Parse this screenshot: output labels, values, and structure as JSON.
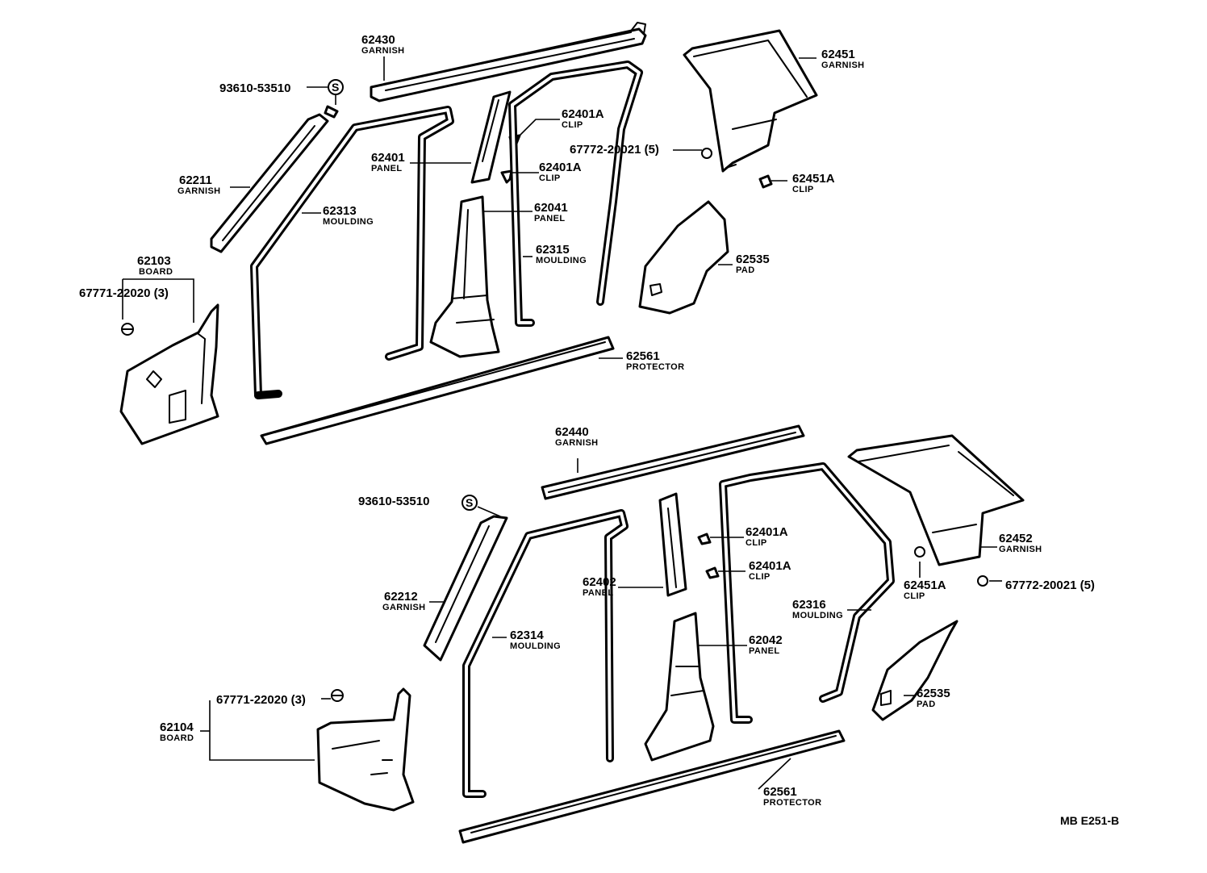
{
  "diagram_ref": "MB E251-B",
  "symbol_s": "S",
  "upper": {
    "p62430": {
      "num": "62430",
      "name": "GARNISH"
    },
    "p93610": {
      "num": "93610-53510"
    },
    "p62211": {
      "num": "62211",
      "name": "GARNISH"
    },
    "p62401A_1": {
      "num": "62401A",
      "name": "CLIP"
    },
    "p62401": {
      "num": "62401",
      "name": "PANEL"
    },
    "p62401A_2": {
      "num": "62401A",
      "name": "CLIP"
    },
    "p62313": {
      "num": "62313",
      "name": "MOULDING"
    },
    "p62041": {
      "num": "62041",
      "name": "PANEL"
    },
    "p62315": {
      "num": "62315",
      "name": "MOULDING"
    },
    "p62103": {
      "num": "62103",
      "name": "BOARD"
    },
    "p67771": {
      "num": "67771-22020 (3)"
    },
    "p62561": {
      "num": "62561",
      "name": "PROTECTOR"
    },
    "p62451": {
      "num": "62451",
      "name": "GARNISH"
    },
    "p67772": {
      "num": "67772-20021 (5)"
    },
    "p62451A": {
      "num": "62451A",
      "name": "CLIP"
    },
    "p62535": {
      "num": "62535",
      "name": "PAD"
    }
  },
  "lower": {
    "p62440": {
      "num": "62440",
      "name": "GARNISH"
    },
    "p93610": {
      "num": "93610-53510"
    },
    "p62212": {
      "num": "62212",
      "name": "GARNISH"
    },
    "p62314": {
      "num": "62314",
      "name": "MOULDING"
    },
    "p62402": {
      "num": "62402",
      "name": "PANEL"
    },
    "p62401A_1": {
      "num": "62401A",
      "name": "CLIP"
    },
    "p62401A_2": {
      "num": "62401A",
      "name": "CLIP"
    },
    "p62042": {
      "num": "62042",
      "name": "PANEL"
    },
    "p62316": {
      "num": "62316",
      "name": "MOULDING"
    },
    "p62452": {
      "num": "62452",
      "name": "GARNISH"
    },
    "p62451A": {
      "num": "62451A",
      "name": "CLIP"
    },
    "p67772": {
      "num": "67772-20021 (5)"
    },
    "p62535": {
      "num": "62535",
      "name": "PAD"
    },
    "p67771": {
      "num": "67771-22020 (3)"
    },
    "p62104": {
      "num": "62104",
      "name": "BOARD"
    },
    "p62561": {
      "num": "62561",
      "name": "PROTECTOR"
    }
  }
}
